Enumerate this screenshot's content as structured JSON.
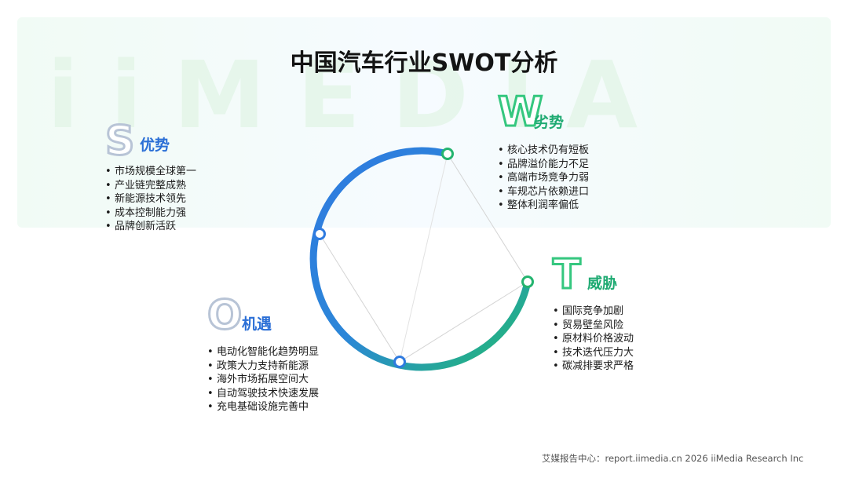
{
  "title": "中国汽车行业SWOT分析",
  "watermark": "iiMEDIA",
  "sections": {
    "s": {
      "letter": "S",
      "label": "优势",
      "items": [
        "市场规模全球第一",
        "产业链完整成熟",
        "新能源技术领先",
        "成本控制能力强",
        "品牌创新活跃"
      ]
    },
    "w": {
      "letter": "W",
      "label": "劣势",
      "items": [
        "核心技术仍有短板",
        "品牌溢价能力不足",
        "高端市场竞争力弱",
        "车规芯片依赖进口",
        "整体利润率偏低"
      ]
    },
    "o": {
      "letter": "O",
      "label": "机遇",
      "items": [
        "电动化智能化趋势明显",
        "政策大力支持新能源",
        "海外市场拓展空间大",
        "自动驾驶技术快速发展",
        "充电基础设施完善中"
      ]
    },
    "t": {
      "letter": "T",
      "label": "威胁",
      "items": [
        "国际竞争加剧",
        "贸易壁垒风险",
        "原材料价格波动",
        "技术迭代压力大",
        "碳减排要求严格"
      ]
    }
  },
  "bullet": "•",
  "footer": "艾媒报告中心：report.iimedia.cn   2026 iiMedia Research Inc",
  "colors": {
    "blue": "#2b6fd6",
    "green": "#1eaa72",
    "ring_start": "#2f7be0",
    "ring_end": "#22b877"
  }
}
